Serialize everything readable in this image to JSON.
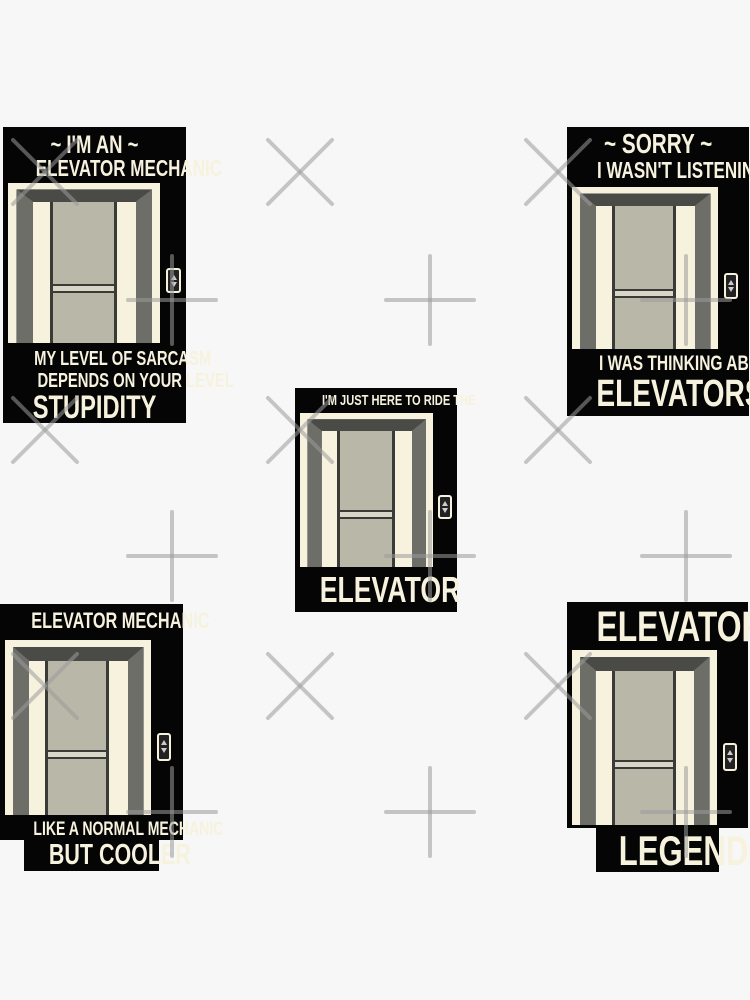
{
  "colors": {
    "sticker_bg": "#050505",
    "text": "#f6f2dd",
    "pillar": "#6e6e69",
    "door": "#b9b7a8",
    "background": "#f7f7f7",
    "watermark": "#9a9a9a"
  },
  "stickers": [
    {
      "lines": [
        "~ I'M AN ~",
        "ELEVATOR MECHANIC",
        "MY LEVEL OF SARCASM",
        "DEPENDS ON YOUR LEVEL",
        "STUPIDITY"
      ]
    },
    {
      "lines": [
        "~ SORRY ~",
        "I WASN'T LISTENING",
        "I WAS THINKING ABOUT",
        "ELEVATORS"
      ]
    },
    {
      "lines": [
        "I'M JUST HERE TO RIDE THE",
        "ELEVATOR"
      ]
    },
    {
      "lines": [
        "ELEVATOR MECHANIC",
        "LIKE A NORMAL MECHANIC",
        "BUT COOLER"
      ]
    },
    {
      "lines": [
        "ELEVATOR",
        "LEGEND"
      ]
    }
  ],
  "icons": {
    "elevator": "elevator-icon",
    "buttons": "elevator-call-button-icon",
    "watermark": "watermark-cross-icon"
  }
}
